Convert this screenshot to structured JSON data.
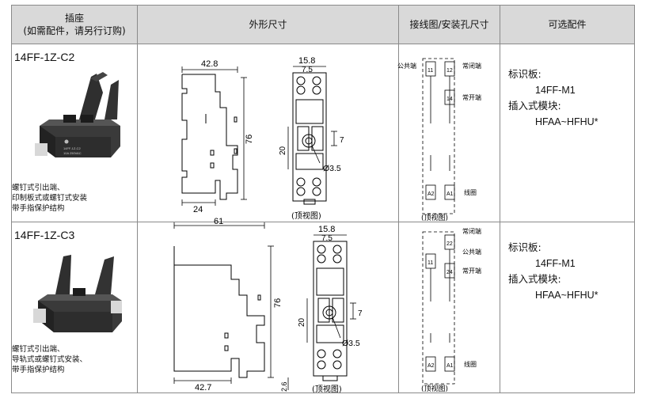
{
  "header": {
    "col1_line1": "插座",
    "col1_line2": "(如需配件，请另行订购)",
    "col2": "外形尺寸",
    "col3": "接线图/安装孔尺寸",
    "col4": "可选配件"
  },
  "rows": [
    {
      "model": "14FF-1Z-C2",
      "notes": [
        "螺钉式引出端、",
        "印制板式或螺钉式安装",
        "带手指保护结构"
      ],
      "dims": {
        "width": "42.8",
        "bottom": "24",
        "height": "76",
        "top": "15.8",
        "top_inner": "7.5",
        "pitch": "7",
        "mid": "20",
        "hole": "Ø3.5"
      },
      "view_label": "(顶视图)",
      "wiring": {
        "common": "公共端",
        "nc": "常闭端",
        "no": "常开端",
        "coil": "线圈",
        "terms": [
          "11",
          "12",
          "14",
          "A2",
          "A1"
        ],
        "view_label": "(顶视图)"
      },
      "accessories": {
        "label1": "标识板:",
        "code1": "14FF-M1",
        "label2": "插入式模块:",
        "code2": "HFAA~HFHU*"
      }
    },
    {
      "model": "14FF-1Z-C3",
      "notes": [
        "螺钉式引出端、",
        "导轨式或螺钉式安装、",
        "带手指保护结构"
      ],
      "dims": {
        "width": "61",
        "bottom": "42.7",
        "height": "76",
        "top": "15.8",
        "top_inner": "7.5",
        "pitch": "7",
        "mid": "20",
        "hole": "Ø3.5",
        "offset": "2.6"
      },
      "view_label": "(顶视图)",
      "wiring": {
        "common": "公共端",
        "nc": "常闭端",
        "no": "常开端",
        "coil": "线圈",
        "terms": [
          "22",
          "11",
          "24",
          "A2",
          "A1"
        ],
        "view_label": "(顶视图)"
      },
      "accessories": {
        "label1": "标识板:",
        "code1": "14FF-M1",
        "label2": "插入式模块:",
        "code2": "HFAA~HFHU*"
      }
    }
  ],
  "product_print": {
    "brand": "HF",
    "model": "14FF-1Z-C2",
    "rating": "10A 250VAC"
  }
}
